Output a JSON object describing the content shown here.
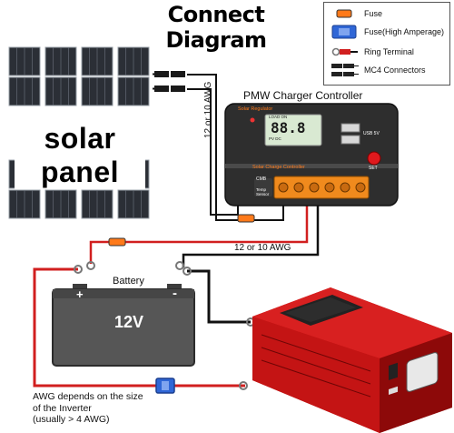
{
  "title": "Connect Diagram",
  "legend": {
    "items": [
      {
        "label": "Fuse",
        "icon": "fuse-icon"
      },
      {
        "label": "Fuse(High Amperage)",
        "icon": "fuse-high-amperage-icon"
      },
      {
        "label": "Ring Terminal",
        "icon": "ring-terminal-icon"
      },
      {
        "label": "MC4 Connectors",
        "icon": "mc4-connector-icon"
      }
    ]
  },
  "solar_panel": {
    "label": "solar panel"
  },
  "controller": {
    "title": "PMW Charger Controller",
    "brand": "Solar Regulator",
    "band_label": "Solar Charge Controller",
    "lcd_value": "88.8",
    "usb_label": "USB 5V",
    "set_label": "SET",
    "load_label": "LOAD ON",
    "mode_label": "PV DC",
    "temp_label": "Temp Sensor",
    "cmb_label": "CMB"
  },
  "wires": {
    "panel_to_controller": "12 or 10 AWG",
    "controller_to_battery": "12 or 10 AWG"
  },
  "battery": {
    "label": "Battery",
    "voltage": "12V",
    "plus": "+",
    "minus": "-"
  },
  "inverter_note": {
    "line1": "AWG depends on the size",
    "line2": "of the Inverter",
    "line3": "(usually > 4 AWG)"
  },
  "colors": {
    "red_wire": "#d11f1f",
    "black_wire": "#111111",
    "fuse": "#ff7a1a",
    "fuse_high": "#2f66d6",
    "battery": "#555555",
    "inverter": "#c81414",
    "controller": "#2e2e2e"
  }
}
